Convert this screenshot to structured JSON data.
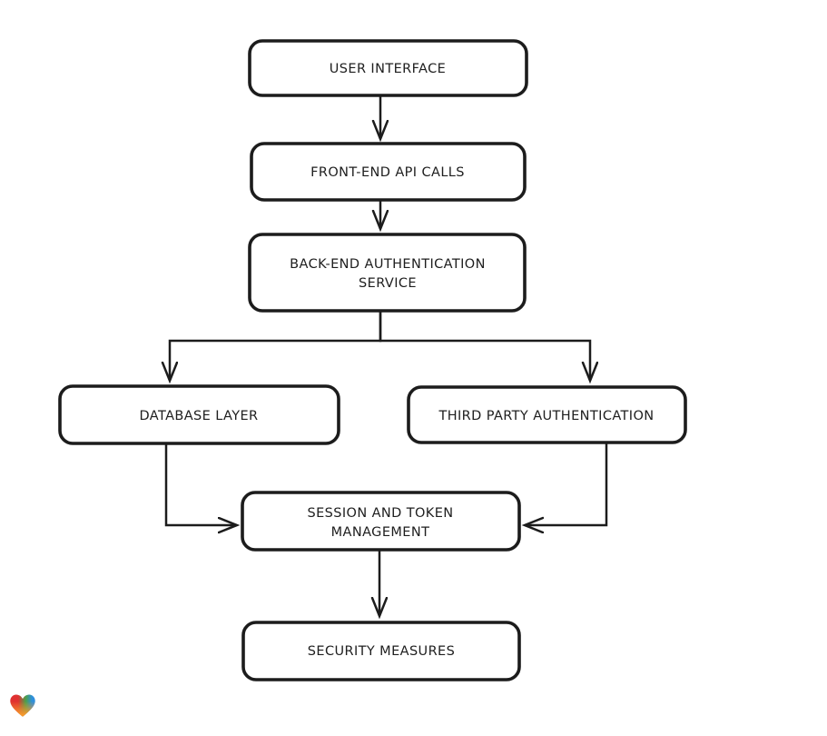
{
  "diagram": {
    "background_color": "#ffffff",
    "stroke_color": "#1c1c1c",
    "text_color": "#1e1e1e",
    "nodes": [
      {
        "id": "user-interface",
        "lines": [
          "USER INTERFACE"
        ]
      },
      {
        "id": "front-end-api-calls",
        "lines": [
          "FRONT-END API CALLS"
        ]
      },
      {
        "id": "back-end-authentication-service",
        "lines": [
          "BACK-END AUTHENTICATION",
          "SERVICE"
        ]
      },
      {
        "id": "database-layer",
        "lines": [
          "DATABASE LAYER"
        ]
      },
      {
        "id": "third-party-authentication",
        "lines": [
          "THIRD PARTY AUTHENTICATION"
        ]
      },
      {
        "id": "session-and-token-management",
        "lines": [
          "SESSION AND TOKEN",
          "MANAGEMENT"
        ]
      },
      {
        "id": "security-measures",
        "lines": [
          "SECURITY MEASURES"
        ]
      }
    ],
    "edges": [
      {
        "from": "user-interface",
        "to": "front-end-api-calls"
      },
      {
        "from": "front-end-api-calls",
        "to": "back-end-authentication-service"
      },
      {
        "from": "back-end-authentication-service",
        "to": "database-layer"
      },
      {
        "from": "back-end-authentication-service",
        "to": "third-party-authentication"
      },
      {
        "from": "database-layer",
        "to": "session-and-token-management"
      },
      {
        "from": "third-party-authentication",
        "to": "session-and-token-management"
      },
      {
        "from": "session-and-token-management",
        "to": "security-measures"
      }
    ]
  },
  "logo": {
    "icon": "heart-icon",
    "colors": {
      "red": "#e03131",
      "green": "#4ba04a",
      "blue": "#2f8fdd",
      "orange": "#f6982c"
    }
  }
}
